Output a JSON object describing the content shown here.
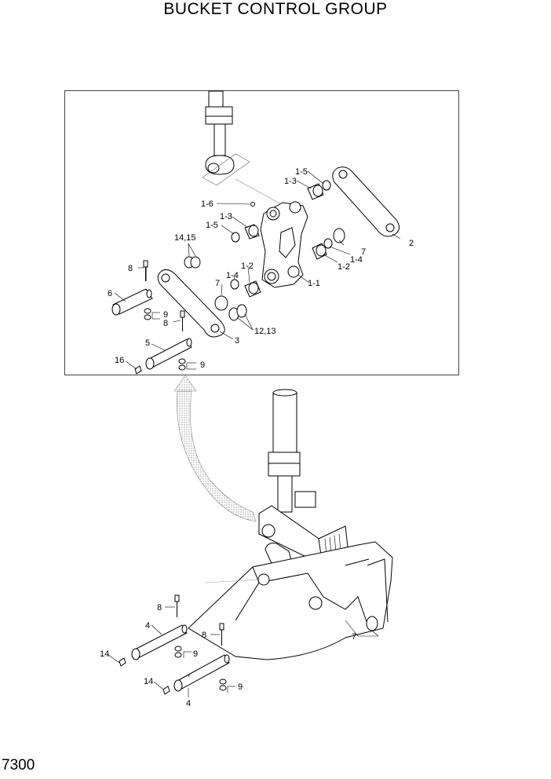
{
  "title": "BUCKET CONTROL GROUP",
  "page_number": "7300",
  "callouts": {
    "c1_5a": "1-5",
    "c1_3a": "1-3",
    "c1_6": "1-6",
    "c1_3b": "1-3",
    "c1_5b": "1-5",
    "c14_15": "14,15",
    "c8a": "8",
    "c6": "6",
    "c7a": "7",
    "c1_4a": "1-4",
    "c1_2a": "1-2",
    "c1_1": "1-1",
    "c9a": "9",
    "c8b": "8",
    "c5": "5",
    "c3": "3",
    "c12_13": "12,13",
    "c16": "16",
    "c9b": "9",
    "c2": "2",
    "c7b": "7",
    "c1_4b": "1-4",
    "c1_2b": "1-2",
    "c8c": "8",
    "c4a": "4",
    "c8d": "8",
    "c9c": "9",
    "c14a": "14",
    "c7c": "7",
    "c14b": "14",
    "c4b": "4",
    "c9d": "9"
  }
}
